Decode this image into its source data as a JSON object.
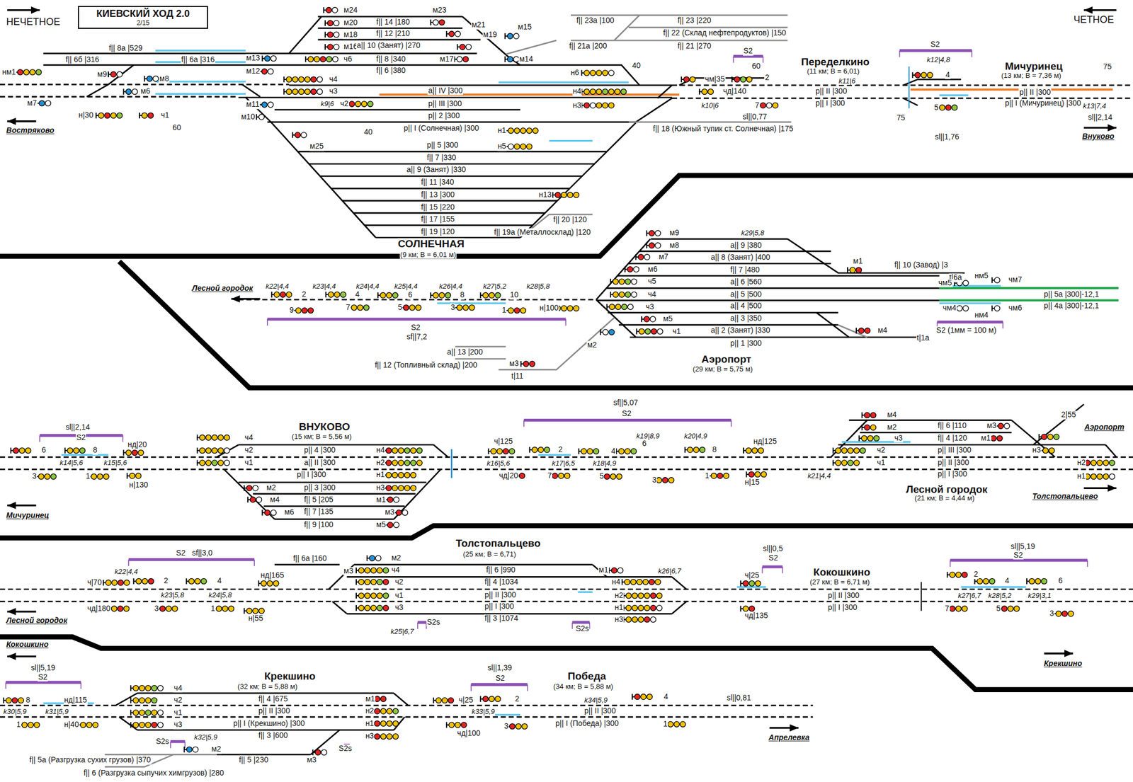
{
  "diagram": {
    "nodes": [
      {
        "text": [
          "КИЕВСКИЙ ХОД 2.0",
          "2/15"
        ]
      }
    ],
    "labels": [
      "НЕЧЕТНОЕ",
      "ЧЕТНОЕ",
      "Востряково",
      "нм1",
      "м7",
      "н|30",
      "ч1",
      "60",
      "м9",
      "м8",
      "м6",
      "м13",
      "м12",
      "м11",
      "м10",
      "f|| 8а |529",
      "f|| 6б |316",
      "f|| 6а |316",
      "м24",
      "м20",
      "м18",
      "м16",
      "ч6",
      "ч4",
      "ч3",
      "м23",
      "f|| 14 |180",
      "f|| 12 |210",
      "a|| 10 (Занят) |270",
      "f|| 8 |340",
      "f|| 6 |380",
      "м17",
      "м21",
      "м19",
      "м15",
      "м14",
      "40",
      "н6",
      "н4",
      "н3",
      "a|| IV |300",
      "p|| III |300",
      "k9|6",
      "ч2",
      "p|| 2 |300",
      "p|| I (Солнечная) |300",
      "40",
      "н1",
      "м25",
      "p|| 5 |300",
      "н5",
      "f|| 7 |330",
      "a|| 9 (Занят) |330",
      "f|| 11 |340",
      "f|| 13 |300",
      "н13",
      "f|| 15 |220",
      "f|| 17 |155",
      "f|| 20 |120",
      "f|| 19 |120",
      "f|| 19а (Металлосклад) |120",
      "СОЛНЕЧНАЯ",
      "(9 км; В = 6,01 м)",
      "f|| 18 (Южный тупик ст. Солнечная) |175",
      "f|| 23а |100",
      "f|| 23 |220",
      "f|| 22 (Склад нефтепродуктов) |150",
      "f|| 21а |200",
      "f|| 21 |270",
      "S2",
      "60",
      "чм|35",
      "2",
      "чд|140",
      "k10|6",
      "7",
      "sl||0,77",
      "Переделкино",
      "(11 км; В = 6,01)",
      "k11|6",
      "p|| II |300",
      "p|| I |300",
      "S2",
      "k12|4,8",
      "4",
      "5",
      "75",
      "75",
      "sl||1,76",
      "Мичуринец",
      "(13 км; В = 7,36 м)",
      "p|| II |300",
      "p|| I (Мичуринец) |300",
      "k13|7,4",
      "sl||2,14",
      "Внуково",
      "Лесной городок",
      "k22|4,4",
      "2",
      "k23|4,4",
      "4",
      "k24|4,4",
      "k25|4,4",
      "6",
      "k26|4,4",
      "8",
      "k27|5,2",
      "10",
      "k28|5,8",
      "9",
      "7",
      "5",
      "3",
      "1",
      "н|100",
      "S2",
      "sf||7,2",
      "м9",
      "м8",
      "м7",
      "м6",
      "ч5",
      "ч4",
      "ч3",
      "м5",
      "ч1",
      "м2",
      "k29|5,8",
      "a|| 9 |380",
      "a|| 8 (Занят) |400",
      "f|| 7 |480",
      "a|| 6 |560",
      "a|| 5 |500",
      "a|| 4 |500",
      "a|| 3 |350",
      "a|| 2 (Занят) |330",
      "p|| 1 |300",
      "м1",
      "f|| 10 (Завод) |3",
      "t|6а",
      "чм5",
      "нм5",
      "чм7",
      "p|| 5а |300|-12,1",
      "p|| 4а |300|-12,1",
      "чм4",
      "нм4",
      "чм6",
      "S2 (1мм = 100 м)",
      "м4",
      "t|1а",
      "Аэропорт",
      "(29 км; В = 5,75 м)",
      "a|| 13 |200",
      "м3",
      "f|| 12 (Топливный склад) |200",
      "t|11",
      "sl||2,14",
      "S2",
      "нд|20",
      "6",
      "8",
      "k14|5,6",
      "k15|5,6",
      "3",
      "1",
      "н|130",
      "Мичуринец",
      "ВНУКОВО",
      "(15 км; В = 5,56 м)",
      "ч4",
      "ч2",
      "ч1",
      "p|| 4 |300",
      "a|| II |300",
      "p|| I |300",
      "p|| 3 |300",
      "f|| 5 |205",
      "f|| 7 |135",
      "f|| 9 |100",
      "м2",
      "м4",
      "м6",
      "н4",
      "н2",
      "н1",
      "н3",
      "м1",
      "м3",
      "м5",
      "sf||5,07",
      "S2",
      "ч|125",
      "2",
      "k16|5,6",
      "k17|6,5",
      "4",
      "k18|4,9",
      "k19|8,9",
      "6",
      "k20|4,9",
      "8",
      "нд|125",
      "чд|20",
      "7",
      "5",
      "3",
      "1",
      "н|15",
      "k21|4,4",
      "м4",
      "м2",
      "ч3",
      "ч2",
      "ч1",
      "f|| 6 |110",
      "f|| 4 |120",
      "p|| III |300",
      "p|| II |300",
      "p|| I |300",
      "м3",
      "м1",
      "н3",
      "н2",
      "н1",
      "Лесной городок",
      "(21 км; В = 4,44 м)",
      "Толстопальцево",
      "2|55",
      "Аэропорт",
      "S2",
      "sf||3,0",
      "f|| 6а |160",
      "нд|165",
      "k22|4,4",
      "2",
      "4",
      "ч|70",
      "k23|5,8",
      "k24|5,8",
      "чд|180",
      "3",
      "1",
      "н|55",
      "Лесной городок",
      "Толстопальцево",
      "(25 км; В = 6,71)",
      "м3",
      "м2",
      "ч4",
      "ч2",
      "ч1",
      "ч3",
      "f|| 6 |990",
      "f|| 4 |1034",
      "p|| II |300",
      "p|| I |300",
      "f|| 3 |1074",
      "k25|6,7",
      "S2s",
      "S2s",
      "м1",
      "k26|6,7",
      "н4",
      "н2",
      "н1",
      "н3",
      "sl||0,5",
      "S2",
      "ч|25",
      "чд|135",
      "Кокошкино",
      "(27 км; В = 6,71 м)",
      "p|| II |300",
      "p|| I |300",
      "sl||5,19",
      "S2",
      "2",
      "4",
      "6",
      "k27|6,7",
      "k28|5,2",
      "k29|3,1",
      "7",
      "5",
      "3",
      "Крекшино",
      "Кокошкино",
      "sl||5,19",
      "S2",
      "8",
      "нд|115",
      "k30|5,9",
      "k31|5,9",
      "1",
      "н|40",
      "Крекшино",
      "(32 км; В = 5,88 м)",
      "ч4",
      "ч2",
      "ч1",
      "ч3",
      "f|| 4 |675",
      "p|| II |300",
      "p|| I (Крекшино) |300",
      "f|| 3 |600",
      "м1",
      "н2",
      "н1",
      "н3",
      "k32|5,9",
      "S2s",
      "м2",
      "S2s",
      "f|| 5 |230",
      "м3",
      "f|| 5а (Разгрузка сухих грузов) |370",
      "f|| 6 (Разгрузка сыпучих химгрузов) |280",
      "sl||1,39",
      "S2",
      "ч|25",
      "2",
      "k33|5,9",
      "чд|100",
      "3",
      "Победа",
      "(34 км; В = 5,88 м)",
      "4",
      "k34|5,9",
      "p|| II |300",
      "p|| I (Победа) |300",
      "1",
      "sl||0,81",
      "Апрелевка"
    ]
  }
}
